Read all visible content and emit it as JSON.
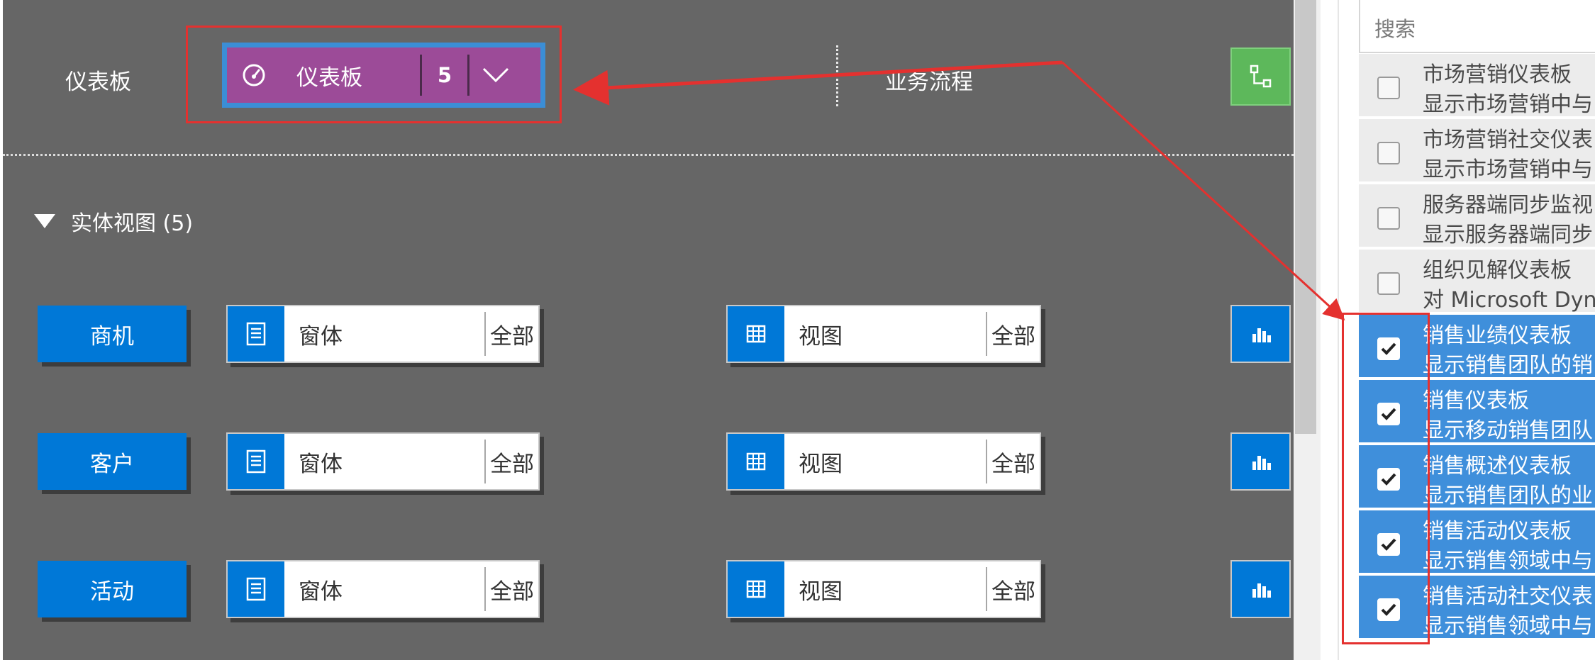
{
  "canvas": {
    "dashboard_row_label": "仪表板",
    "dashboard_tile": {
      "label": "仪表板",
      "count": "5"
    },
    "business_process_label": "业务流程",
    "entity_section_title": "实体视图 (5)",
    "entities": [
      {
        "name": "商机",
        "form_label": "窗体",
        "form_scope": "全部",
        "view_label": "视图",
        "view_scope": "全部"
      },
      {
        "name": "客户",
        "form_label": "窗体",
        "form_scope": "全部",
        "view_label": "视图",
        "view_scope": "全部"
      },
      {
        "name": "活动",
        "form_label": "窗体",
        "form_scope": "全部",
        "view_label": "视图",
        "view_scope": "全部"
      }
    ]
  },
  "picker": {
    "search_placeholder": "搜索",
    "items": [
      {
        "title": "市场营销仪表板",
        "desc": "显示市场营销中与",
        "checked": false
      },
      {
        "title": "市场营销社交仪表",
        "desc": "显示市场营销中与",
        "checked": false
      },
      {
        "title": "服务器端同步监视",
        "desc": "显示服务器端同步",
        "checked": false
      },
      {
        "title": "组织见解仪表板",
        "desc": "对 Microsoft Dyna",
        "checked": false
      },
      {
        "title": "销售业绩仪表板",
        "desc": "显示销售团队的销",
        "checked": true
      },
      {
        "title": "销售仪表板",
        "desc": "显示移动销售团队",
        "checked": true
      },
      {
        "title": "销售概述仪表板",
        "desc": "显示销售团队的业",
        "checked": true
      },
      {
        "title": "销售活动仪表板",
        "desc": "显示销售领域中与",
        "checked": true
      },
      {
        "title": "销售活动社交仪表",
        "desc": "显示销售领域中与",
        "checked": true
      }
    ]
  },
  "colors": {
    "canvas_bg": "#666666",
    "dashboard_tile": "#9c4b98",
    "accent_blue": "#0078d7",
    "checked_row": "#3f8fdb",
    "annotation_red": "#e4312f",
    "process_green": "#5db85b"
  },
  "icons": {
    "dashboard": "gauge-icon",
    "dropdown": "chevron-down-icon",
    "process": "flow-icon",
    "form": "form-icon",
    "view": "grid-icon",
    "chart": "bar-chart-icon",
    "expand": "triangle-down-icon",
    "checkbox": "checkmark-icon"
  }
}
